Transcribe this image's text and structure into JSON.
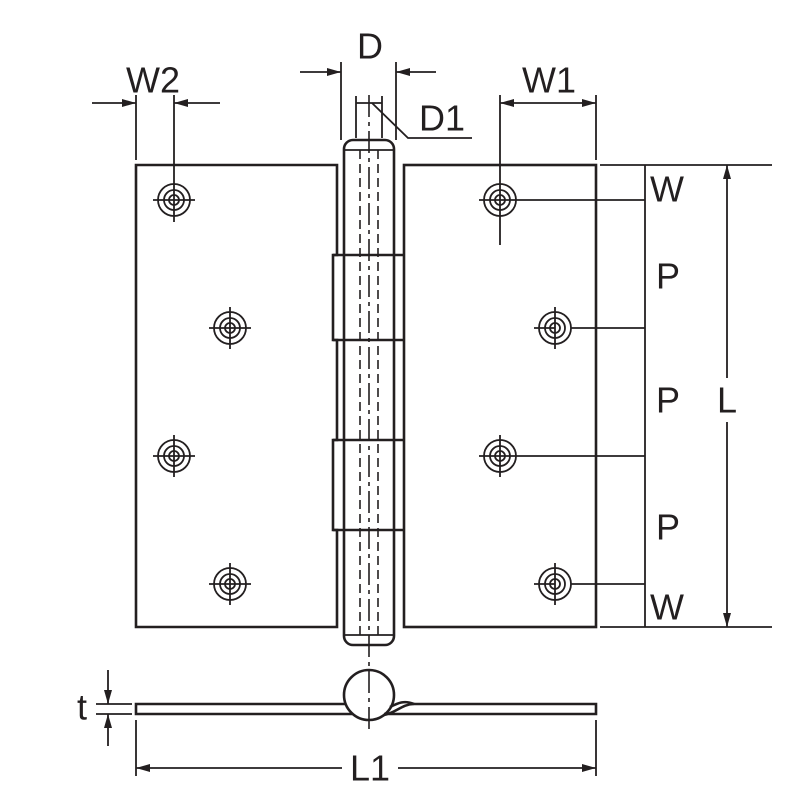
{
  "top_dimensions": {
    "d": "D",
    "d1": "D1",
    "w2": "W2",
    "w1": "W1"
  },
  "side_dimensions": {
    "items": [
      "W",
      "P",
      "P",
      "P",
      "W"
    ],
    "overall": "L"
  },
  "profile": {
    "thickness": "t",
    "overall_width": "L1"
  },
  "colors": {
    "line": "#231f20",
    "background": "#ffffff"
  }
}
